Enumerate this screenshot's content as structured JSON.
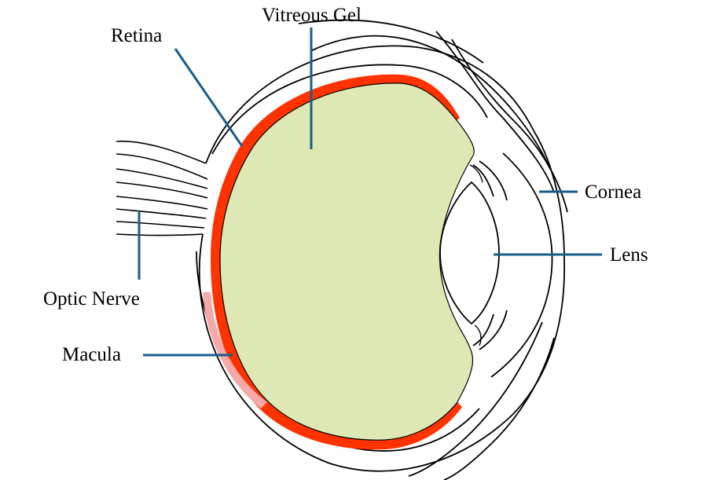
{
  "diagram": {
    "labels": {
      "vitreous_gel": "Vitreous Gel",
      "retina": "Retina",
      "cornea": "Cornea",
      "lens": "Lens",
      "optic_nerve": "Optic Nerve",
      "macula": "Macula"
    },
    "colors": {
      "retina": "#ff3300",
      "macula": "#f5a9a9",
      "vitreous_gel": "#dde8b4",
      "leader_line": "#1a5c8a",
      "outline": "#000000"
    }
  }
}
